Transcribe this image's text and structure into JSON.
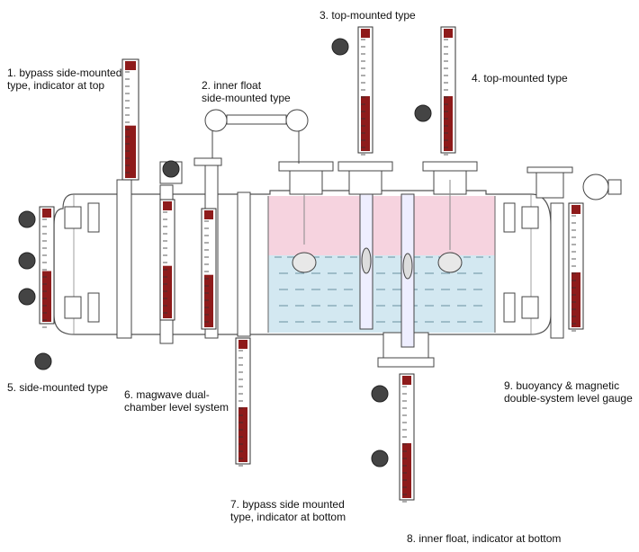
{
  "labels": {
    "l1": "1. bypass side-mounted\ntype, indicator at top",
    "l2": "2. inner float\nside-mounted type",
    "l3": "3. top-mounted type",
    "l4": "4. top-mounted type",
    "l5": "5. side-mounted type",
    "l6": "6. magwave dual-\nchamber level system",
    "l7": "7. bypass side mounted\ntype, indicator at bottom",
    "l8": "8. inner float, indicator at bottom",
    "l9": "9. buoyancy & magnetic\ndouble-system level gauge"
  },
  "colors": {
    "vapor": "#f6d3df",
    "liquid": "#d3e8f1",
    "outline": "#444444",
    "indicator_red": "#8e1b1b"
  }
}
